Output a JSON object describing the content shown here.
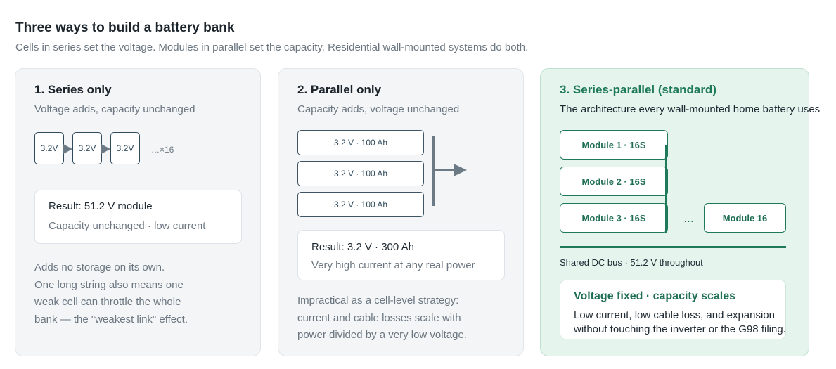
{
  "header": {
    "title": "Three ways to build a battery bank",
    "subtitle": "Cells in series set the voltage. Modules in parallel set the capacity. Residential wall-mounted systems do both."
  },
  "series": {
    "title": "1. Series only",
    "subtitle": "Voltage adds, capacity unchanged",
    "cells": [
      "3.2V",
      "3.2V",
      "3.2V"
    ],
    "more_label": "…×16",
    "result_main": "Result: 51.2 V module",
    "result_sub": "Capacity unchanged · low current",
    "note_lines": [
      "Adds no storage on its own.",
      "One long string also means one",
      "weak cell can throttle the whole",
      "bank — the \"weakest link\" effect."
    ]
  },
  "parallel": {
    "title": "2. Parallel only",
    "subtitle": "Capacity adds, voltage unchanged",
    "cells": [
      "3.2 V · 100 Ah",
      "3.2 V · 100 Ah",
      "3.2 V · 100 Ah"
    ],
    "result_main": "Result: 3.2 V · 300 Ah",
    "result_sub": "Very high current at any real power",
    "note_lines": [
      "Impractical as a cell-level strategy:",
      "current and cable losses scale with",
      "power divided by a very low voltage."
    ]
  },
  "series_parallel": {
    "title": "3. Series-parallel (standard)",
    "subtitle": "The architecture every wall-mounted home battery uses",
    "modules": [
      "Module 1 · 16S",
      "Module 2 · 16S",
      "Module 3 · 16S"
    ],
    "ellipsis": "…",
    "last_module": "Module 16",
    "bus_label": "Shared DC bus · 51.2 V throughout",
    "result_main": "Voltage fixed · capacity scales",
    "result_lines": [
      "Low current, low cable loss, and expansion",
      "without touching the inverter or the G98 filing."
    ]
  },
  "colors": {
    "accent_green": "#1f7a5c",
    "card_green_bg": "#e6f4ee",
    "card_grey_bg": "#f3f5f7",
    "connector_grey": "#6b7a85"
  }
}
